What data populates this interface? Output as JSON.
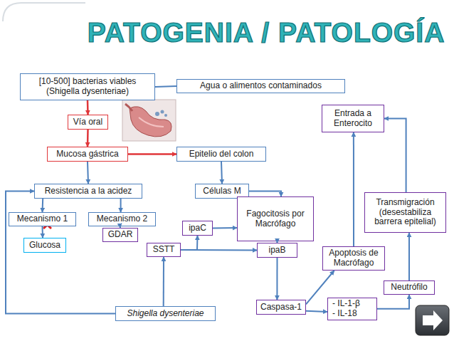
{
  "diagram": {
    "title": "PATOGENIA / PATOLOGÍA",
    "nodes": [
      {
        "text": [
          "[10-500] bacterias viables (Shigella dysenteriae)"
        ]
      },
      {
        "text": [
          "Agua o alimentos contaminados"
        ]
      },
      {
        "text": [
          "Vía oral"
        ]
      },
      {
        "text": [
          "Mucosa gástrica"
        ]
      },
      {
        "text": [
          "Epitelio del colon"
        ]
      },
      {
        "text": [
          "Resistencia a la acidez"
        ]
      },
      {
        "text": [
          "Células M"
        ]
      },
      {
        "text": [
          "Mecanismo 1"
        ]
      },
      {
        "text": [
          "Mecanismo 2"
        ]
      },
      {
        "text": [
          "ipaC"
        ]
      },
      {
        "text": [
          "Fagocitosis por Macrófago"
        ]
      },
      {
        "text": [
          "Glucosa"
        ]
      },
      {
        "text": [
          "GDAR"
        ]
      },
      {
        "text": [
          "SSTT"
        ]
      },
      {
        "text": [
          "ipaB"
        ]
      },
      {
        "text": [
          "Shigella dysenteriae"
        ]
      },
      {
        "text": [
          "Caspasa-1"
        ]
      },
      {
        "text": [
          "- IL-1-β",
          "- IL-18"
        ]
      },
      {
        "text": [
          "Apoptosis de Macrófago"
        ]
      },
      {
        "text": [
          "Neutrófilo"
        ]
      },
      {
        "text": [
          "Transmigración (desestabiliza barrera epitelial)"
        ]
      },
      {
        "text": [
          "Entrada a Enterocito"
        ]
      }
    ],
    "edges": [
      {
        "from": 0,
        "to": 2,
        "arrow": "to"
      },
      {
        "from": 1,
        "to": 0,
        "arrow": "none"
      },
      {
        "from": 2,
        "to": 3,
        "arrow": "to"
      },
      {
        "from": 3,
        "to": 4,
        "arrow": "to"
      },
      {
        "from": 3,
        "to": 5,
        "arrow": "to"
      },
      {
        "from": 4,
        "to": 6,
        "arrow": "to"
      },
      {
        "from": 5,
        "to": 7,
        "arrow": "to"
      },
      {
        "from": 5,
        "to": 8,
        "arrow": "to"
      },
      {
        "from": 7,
        "to": 11,
        "arrow": "to"
      },
      {
        "from": 8,
        "to": 12,
        "arrow": "to"
      },
      {
        "from": 6,
        "to": 10,
        "arrow": "to"
      },
      {
        "from": 9,
        "to": 10,
        "arrow": "to"
      },
      {
        "from": 13,
        "to": 9,
        "arrow": "to"
      },
      {
        "from": 13,
        "to": 14,
        "arrow": "to"
      },
      {
        "from": 10,
        "to": 14,
        "arrow": "to"
      },
      {
        "from": 14,
        "to": 16,
        "arrow": "to"
      },
      {
        "from": 15,
        "to": 13,
        "arrow": "to"
      },
      {
        "from": 15,
        "to": 5,
        "arrow": "to"
      },
      {
        "from": 16,
        "to": 18,
        "arrow": "to"
      },
      {
        "from": 16,
        "to": 17,
        "arrow": "to"
      },
      {
        "from": 18,
        "to": 21,
        "arrow": "to"
      },
      {
        "from": 17,
        "to": 19,
        "arrow": "to"
      },
      {
        "from": 19,
        "to": 20,
        "arrow": "to"
      },
      {
        "from": 20,
        "to": 21,
        "arrow": "to"
      }
    ]
  }
}
